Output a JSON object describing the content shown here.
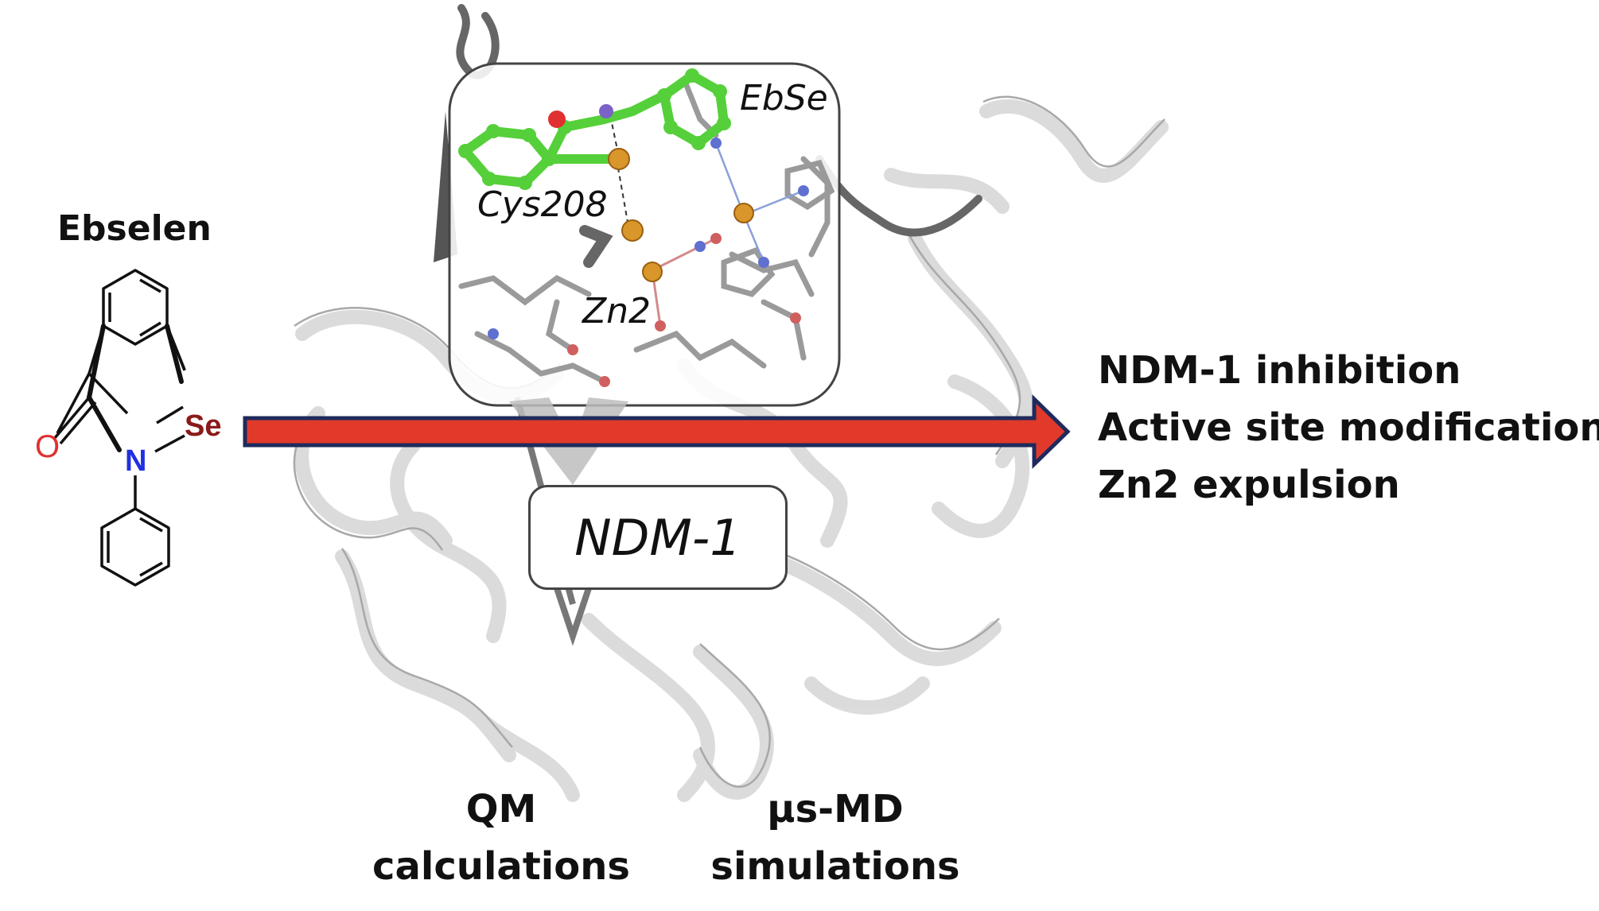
{
  "compound": {
    "name": "Ebselen",
    "atoms": {
      "oxygen": "O",
      "nitrogen": "N",
      "selenium": "Se"
    }
  },
  "inset": {
    "ligand": "EbSe",
    "residue": "Cys208",
    "metal": "Zn2"
  },
  "protein": {
    "name": "NDM-1"
  },
  "outcomes": [
    "NDM-1 inhibition",
    "Active site modification",
    "Zn2 expulsion"
  ],
  "methods": [
    {
      "line1": "QM",
      "line2": "calculations"
    },
    {
      "line1": "µs-MD",
      "line2": "simulations"
    }
  ],
  "colors": {
    "arrow_fill": "#e23a2a",
    "arrow_outline": "#1f2a5c",
    "ligand_green": "#55d03a",
    "sulfur_orange": "#d9962a",
    "oxygen_red": "#e03030",
    "nitrogen_blue": "#2030e0",
    "selenium_darkred": "#8b1a1a"
  }
}
